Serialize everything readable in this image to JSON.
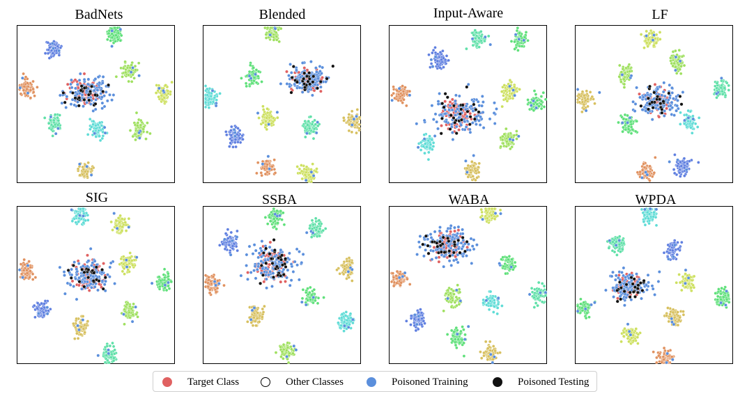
{
  "panels": [
    {
      "title": "BadNets"
    },
    {
      "title": "Blended"
    },
    {
      "title": "Input-Aware"
    },
    {
      "title": "LF"
    },
    {
      "title": "SIG"
    },
    {
      "title": "SSBA"
    },
    {
      "title": "WABA"
    },
    {
      "title": "WPDA"
    }
  ],
  "legend": {
    "target_label": "Target Class",
    "other_label": "Other Classes",
    "poison_train_label": "Poisoned Training",
    "poison_test_label": "Poisoned Testing"
  },
  "colors": {
    "target": "#e06161",
    "poisoned_training": "#5b8fdc",
    "poisoned_testing": "#111111",
    "other_classes": [
      "#e0915f",
      "#d7c05f",
      "#cde05f",
      "#9fe05f",
      "#5fe07a",
      "#5fe0a8",
      "#5fdcd6",
      "#5f7fe0",
      "#6a5fd8"
    ]
  }
}
